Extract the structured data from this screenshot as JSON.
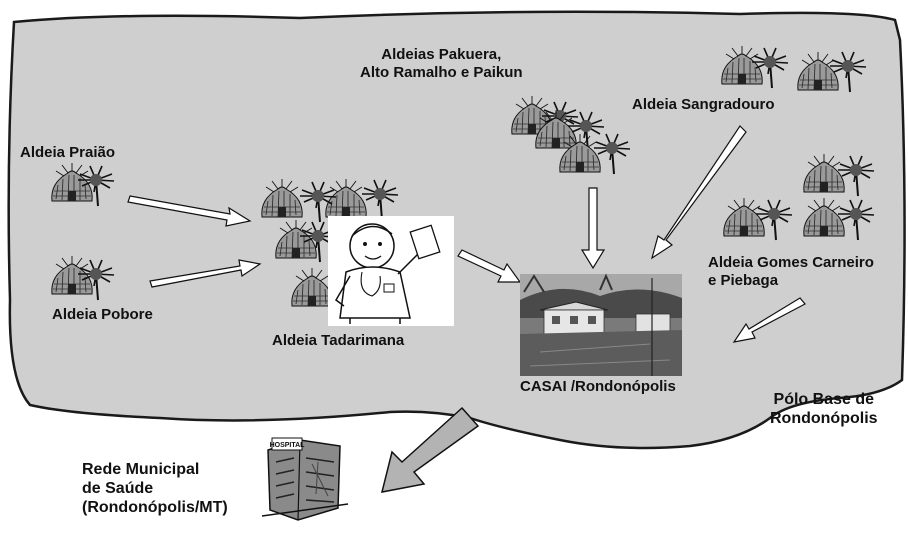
{
  "villages": {
    "pakuera": {
      "line1": "Aldeias Pakuera,",
      "line2": "Alto Ramalho e Paikun"
    },
    "sangradouro": "Aldeia Sangradouro",
    "praiao": "Aldeia Praião",
    "pobore": "Aldeia Pobore",
    "tadarimana": "Aldeia Tadarimana",
    "gomes": {
      "line1": "Aldeia Gomes Carneiro",
      "line2": "e Piebaga"
    }
  },
  "casai": "CASAI /Rondonópolis",
  "polo": {
    "line1": "Pólo Base de",
    "line2": "Rondonópolis"
  },
  "rede": {
    "line1": "Rede Municipal",
    "line2": "de Saúde",
    "line3": "(Rondonópolis/MT)"
  },
  "hospital_sign": "HOSPITAL",
  "colors": {
    "region_fill": "#cfcfcf",
    "region_stroke": "#1a1a1a",
    "arrow_fill": "#ffffff",
    "big_arrow_fill": "#b3b3b3"
  },
  "icons": [
    "hut-icon",
    "palm-tree-icon",
    "doctor-icon",
    "casai-photo",
    "hospital-icon"
  ]
}
